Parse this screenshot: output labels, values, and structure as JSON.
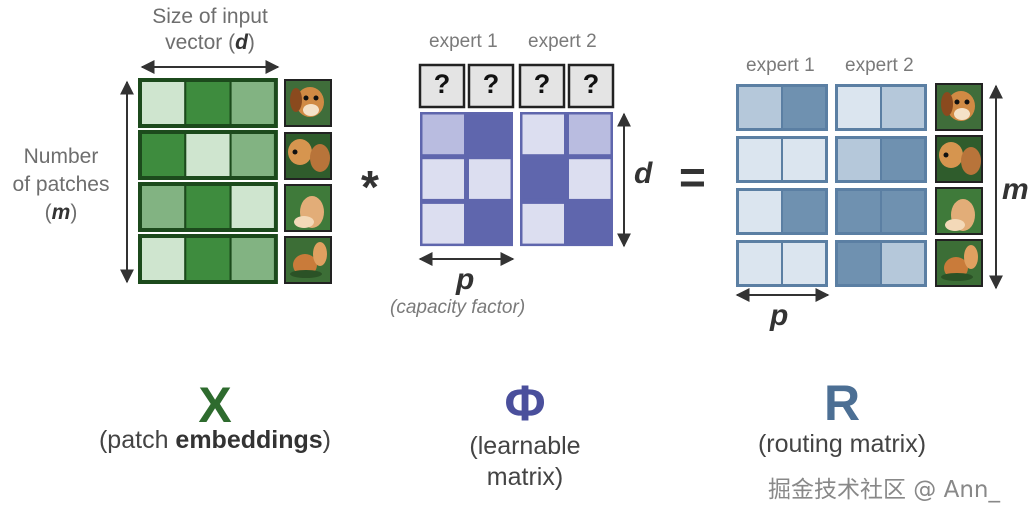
{
  "x_block": {
    "top_label_line1": "Size of input",
    "top_label_line2_prefix": "vector (",
    "top_label_line2_var": "d",
    "top_label_line2_suffix": ")",
    "side_label_line1": "Number",
    "side_label_line2": "of patches",
    "side_label_line3_prefix": "(",
    "side_label_line3_var": "m",
    "side_label_line3_suffix": ")",
    "symbol": "X",
    "caption_prefix": "(patch ",
    "caption_bold": "embeddings",
    "caption_suffix": ")",
    "rows": [
      [
        "#cfe5cf",
        "#3e8c3e",
        "#82b382"
      ],
      [
        "#3e8c3e",
        "#cfe5cf",
        "#82b382"
      ],
      [
        "#82b382",
        "#3e8c3e",
        "#cfe5cf"
      ],
      [
        "#cfe5cf",
        "#3e8c3e",
        "#82b382"
      ]
    ],
    "color_border": "#1c4a1c",
    "color_symbol": "#2e6b2e"
  },
  "multiply_symbol": "*",
  "equals_symbol": "=",
  "phi_block": {
    "expert1_label": "expert 1",
    "expert2_label": "expert 2",
    "unknown_mark": "?",
    "d_label": "d",
    "p_label": "p",
    "capacity_label": "(capacity factor)",
    "symbol": "Φ",
    "caption_line1": "(learnable",
    "caption_line2": "matrix)",
    "expert1_cells": [
      [
        "#b9bce0",
        "#5f66ad"
      ],
      [
        "#dcdef0",
        "#dcdef0"
      ],
      [
        "#dcdef0",
        "#5f66ad"
      ]
    ],
    "expert2_cells": [
      [
        "#dcdef0",
        "#b9bce0"
      ],
      [
        "#5f66ad",
        "#dcdef0"
      ],
      [
        "#dcdef0",
        "#5f66ad"
      ]
    ],
    "color_frame": "#5f66ad",
    "color_symbol": "#4a4f9c"
  },
  "r_block": {
    "expert1_label": "expert 1",
    "expert2_label": "expert 2",
    "m_label": "m",
    "p_label": "p",
    "symbol": "R",
    "caption": "(routing matrix)",
    "expert1_cells": [
      [
        "#b5c8da",
        "#6f91b0"
      ],
      [
        "#dbe5ef",
        "#dbe5ef"
      ],
      [
        "#dbe5ef",
        "#6f91b0"
      ],
      [
        "#dbe5ef",
        "#dbe5ef"
      ]
    ],
    "expert2_cells": [
      [
        "#dbe5ef",
        "#b5c8da"
      ],
      [
        "#b5c8da",
        "#6f91b0"
      ],
      [
        "#6f91b0",
        "#6f91b0"
      ],
      [
        "#6f91b0",
        "#b5c8da"
      ]
    ],
    "color_frame": "#5b7fa3",
    "color_symbol": "#4c6f94"
  },
  "watermark": "掘金技术社区 @ Ann_"
}
